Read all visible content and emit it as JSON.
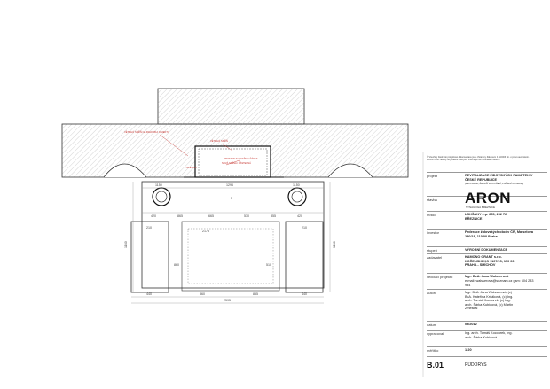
{
  "drawing": {
    "labels": {
      "ventilace_vstup": "VĚTRACÍ SKŘÍŇ NA PAHORKU/ OBJEKTU",
      "vetraci_skrin": "VĚTRACÍ SKŘÍŇ",
      "prostor": "PROSTOR ZA DVEŘMI / ŘÁDEK",
      "nova_stena": "NOVÁ STĚNA / ČÁSTEČNÁ",
      "vyska": "VÝŠKA ŘEZU"
    },
    "dims_top": [
      "1150",
      "1296",
      "1150"
    ],
    "dims_mid": [
      "420",
      "865",
      "665",
      "530",
      "855",
      "420"
    ],
    "dims_side": [
      "2175",
      "1140",
      "1140"
    ],
    "dims_bottom": [
      "440",
      "860",
      "855",
      "440"
    ],
    "dim_total": "2595",
    "dim_small": [
      "210",
      "210",
      "860",
      "510",
      "5"
    ]
  },
  "titleblock": {
    "note": "© Všechny části této projektové dokumentace jsou chráněny Zákonem č. 1/2003 Sb. o právu autorském. Použití nebo zásahy do jakékoli části jsou možné jen se souhlasem autorů.",
    "rows": [
      {
        "label": "projekt",
        "value_bold": "REVITALIZACE ŽIDOVSKÝCH PAMÁTEK V ČESKÉ REPUBLICE",
        "value": "(B-ETL-BRNO, ŘEZNIČÍ PROSTŘEDÍ, POŽÁRNÍ OCHRANA)"
      },
      {
        "label": "stavba",
        "value_bold": "",
        "value": ""
      },
      {
        "label": "místo",
        "value_bold": "LOKŠANY č.p. 665, 262 72 BŘEZNICE",
        "value": ""
      },
      {
        "label": "investor",
        "value_bold": "Federace židovských obcí v ČR, Maiselova 250/18, 110 00 Praha",
        "value": ""
      },
      {
        "label": "stupeň",
        "value_bold": "VÝROBNÍ DOKUMENTACE",
        "value": ""
      },
      {
        "label": "zadavatel",
        "value_bold": "KAMONO GRANT s.r.o. KOŘENSKÉHO 1107/15, 150 00 PRAHA - SMÍCHOV",
        "value": ""
      },
      {
        "label": "vedoucí projektu",
        "value_bold": "Mgr. BcA. Jana Walsserová",
        "value": "e-mail: walsserova@seznam.cz  gsm: 604 233 934"
      },
      {
        "label": "autoři",
        "value_bold": "",
        "value": "Mgr. BcA. Jana Walsserová, (c) BcA. Kateřina Krňáková, (c) Ing. arch. Tomáš Kocourek, (c) Ing. arch. Šárka Kubicová, (c) Martin Zmeškal"
      },
      {
        "label": "datum",
        "value_bold": "09/2012",
        "value": ""
      },
      {
        "label": "vypracoval",
        "value_bold": "",
        "value": "Ing. arch. Tomáš Kocourek, Ing. arch. Šárka Kubicová"
      },
      {
        "label": "měřítko",
        "value_bold": "1:20",
        "value": ""
      }
    ],
    "aron": "ARON",
    "aron_sub": "SYNAGOGA BŘEZNICE",
    "sheet_code": "B.01",
    "sheet_title": "PŮDORYS"
  }
}
